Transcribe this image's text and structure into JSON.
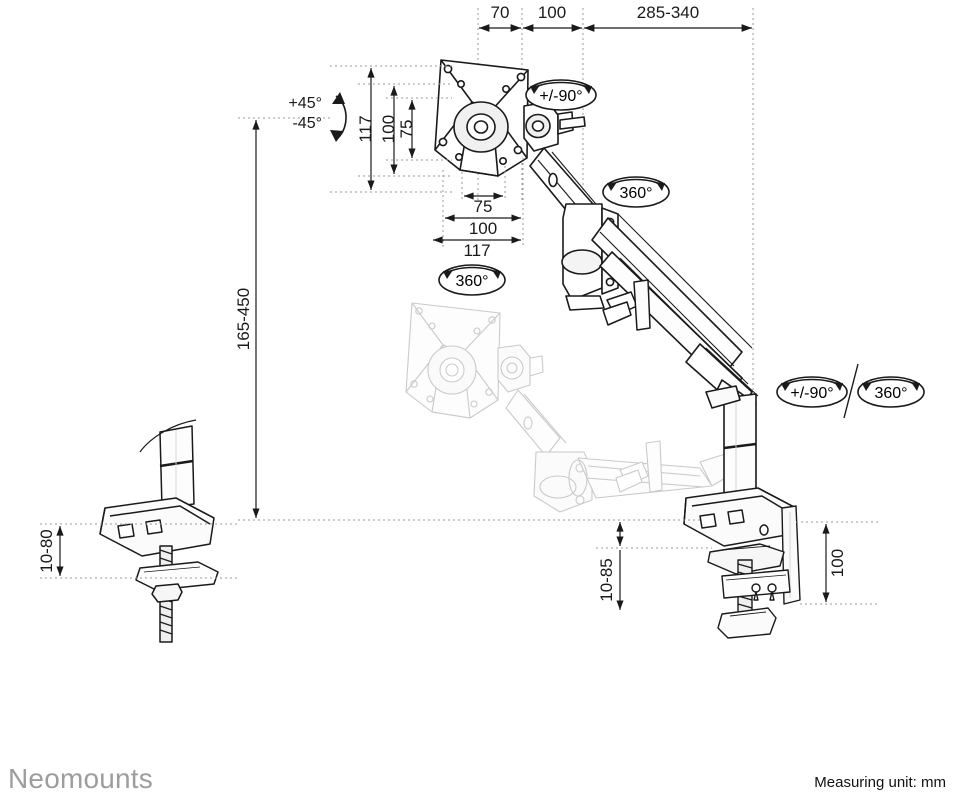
{
  "document": {
    "title": "Neomounts monitor arm dimension drawing",
    "brand": "Neomounts",
    "measuring_unit_note": "Measuring unit: mm"
  },
  "dimensions": {
    "top_chain": [
      {
        "label": "70",
        "name": "depth-segment-70"
      },
      {
        "label": "100",
        "name": "depth-segment-100"
      },
      {
        "label": "285-340",
        "name": "reach-segment-285-340"
      }
    ],
    "vesa_vertical": [
      {
        "label": "117",
        "name": "vesa-height-117"
      },
      {
        "label": "100",
        "name": "vesa-height-100"
      },
      {
        "label": "75",
        "name": "vesa-height-75"
      }
    ],
    "vesa_horizontal": [
      {
        "label": "75",
        "name": "vesa-width-75"
      },
      {
        "label": "100",
        "name": "vesa-width-100"
      },
      {
        "label": "117",
        "name": "vesa-width-117"
      }
    ],
    "column_height": {
      "label": "165-450",
      "name": "height-range"
    },
    "grommet_thickness": {
      "label": "10-80",
      "name": "grommet-range"
    },
    "clamp_thickness": {
      "label": "10-85",
      "name": "clamp-range"
    },
    "clamp_depth": {
      "label": "100",
      "name": "clamp-depth"
    }
  },
  "rotation_badges": [
    {
      "label": "+/-90°",
      "name": "badge-head-rotation"
    },
    {
      "label": "360°",
      "name": "badge-elbow-rotation"
    },
    {
      "label": "360°",
      "name": "badge-head-swivel"
    },
    {
      "label": "+/-90°",
      "name": "badge-base-tilt"
    },
    {
      "label": "360°",
      "name": "badge-base-rotation"
    }
  ],
  "tilt": {
    "up": "+45°",
    "down": "-45°",
    "name": "tilt-annotation"
  },
  "colors": {
    "line": "#1a1a1a",
    "ghost": "#c9c9c9",
    "dim": "#333333",
    "brand_gray": "#9d9d9d",
    "fill_light": "#f2f2f2"
  }
}
